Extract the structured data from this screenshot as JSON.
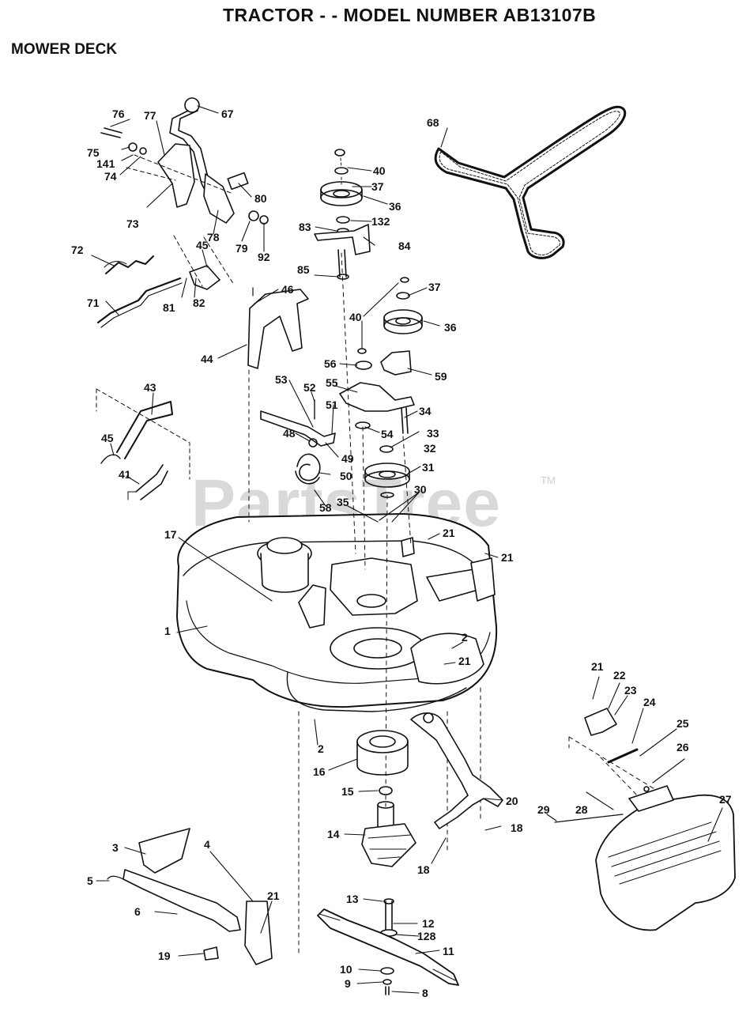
{
  "header": {
    "title": "TRACTOR - - MODEL NUMBER AB13107B",
    "subtitle": "MOWER DECK"
  },
  "watermark": {
    "text": "PartsTree",
    "tm": "TM"
  },
  "callouts": [
    "76",
    "77",
    "67",
    "75",
    "141",
    "74",
    "73",
    "80",
    "78",
    "79",
    "92",
    "45",
    "72",
    "71",
    "81",
    "82",
    "68",
    "40",
    "37",
    "36",
    "132",
    "83",
    "84",
    "85",
    "46",
    "44",
    "40",
    "37",
    "36",
    "56",
    "59",
    "53",
    "52",
    "55",
    "51",
    "34",
    "48",
    "54",
    "33",
    "49",
    "32",
    "31",
    "50",
    "43",
    "45",
    "41",
    "58",
    "35",
    "30",
    "21",
    "17",
    "21",
    "1",
    "2",
    "21",
    "21",
    "22",
    "23",
    "24",
    "2",
    "16",
    "25",
    "26",
    "15",
    "20",
    "27",
    "28",
    "29",
    "14",
    "18",
    "3",
    "4",
    "5",
    "21",
    "18",
    "13",
    "6",
    "12",
    "128",
    "11",
    "19",
    "10",
    "9",
    "8"
  ]
}
